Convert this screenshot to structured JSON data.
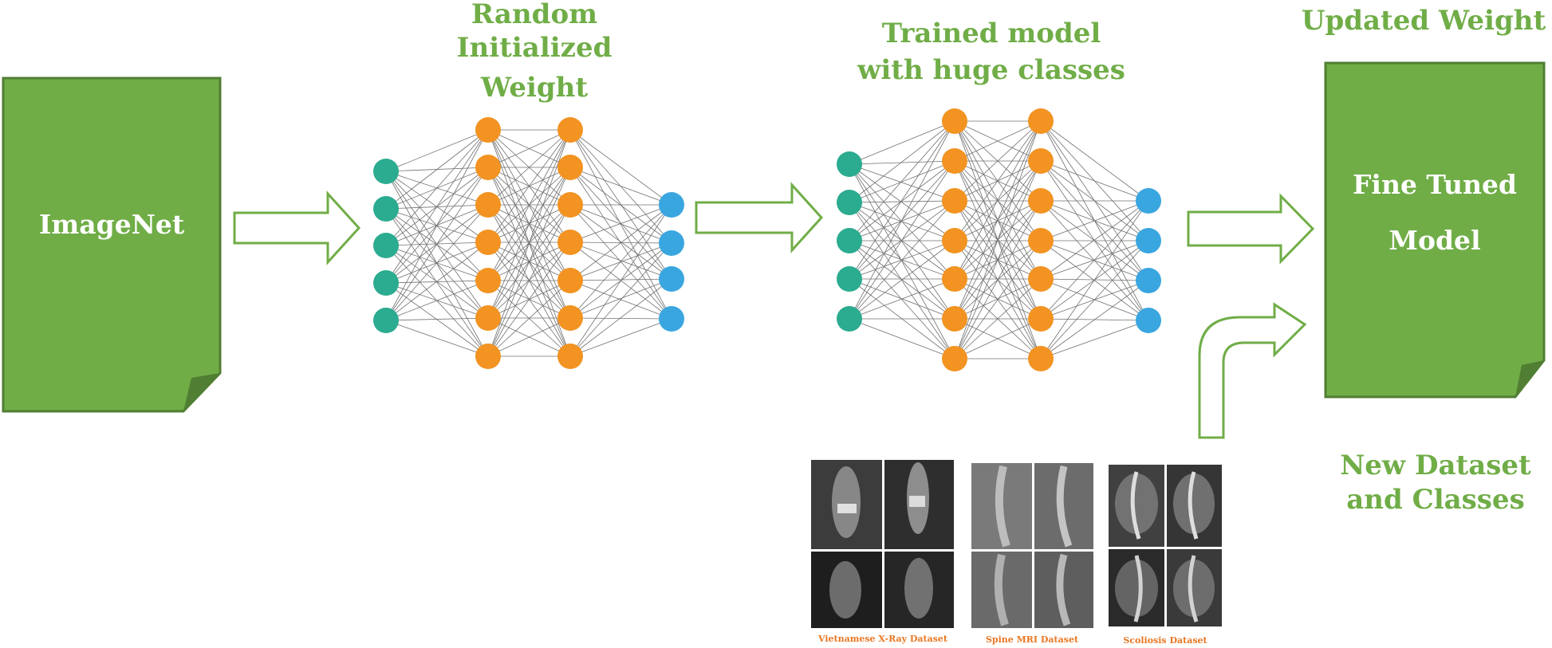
{
  "labels": {
    "imagenet": "ImageNet",
    "random_init": [
      "Random",
      "Initialized",
      "Weight"
    ],
    "trained_model": [
      "Trained model",
      "with huge classes"
    ],
    "updated_weight": "Updated Weight",
    "fine_tuned": [
      "Fine Tuned",
      "Model"
    ],
    "new_dataset": [
      "New Dataset",
      "and Classes"
    ]
  },
  "datasets": [
    {
      "caption": "Vietnamese X-Ray Dataset"
    },
    {
      "caption": "Spine MRI Dataset"
    },
    {
      "caption": "Scoliosis Dataset"
    }
  ],
  "network": {
    "layer_sizes": [
      5,
      7,
      7,
      4
    ],
    "layer_colors": [
      "#2bab8f",
      "#f29322",
      "#f29322",
      "#3aa6e0"
    ]
  },
  "colors": {
    "box_fill": "#70ad47",
    "box_stroke": "#507e32",
    "arrow_stroke": "#70ad47",
    "label_text": "#70ad47",
    "caption_text": "#e87722"
  }
}
